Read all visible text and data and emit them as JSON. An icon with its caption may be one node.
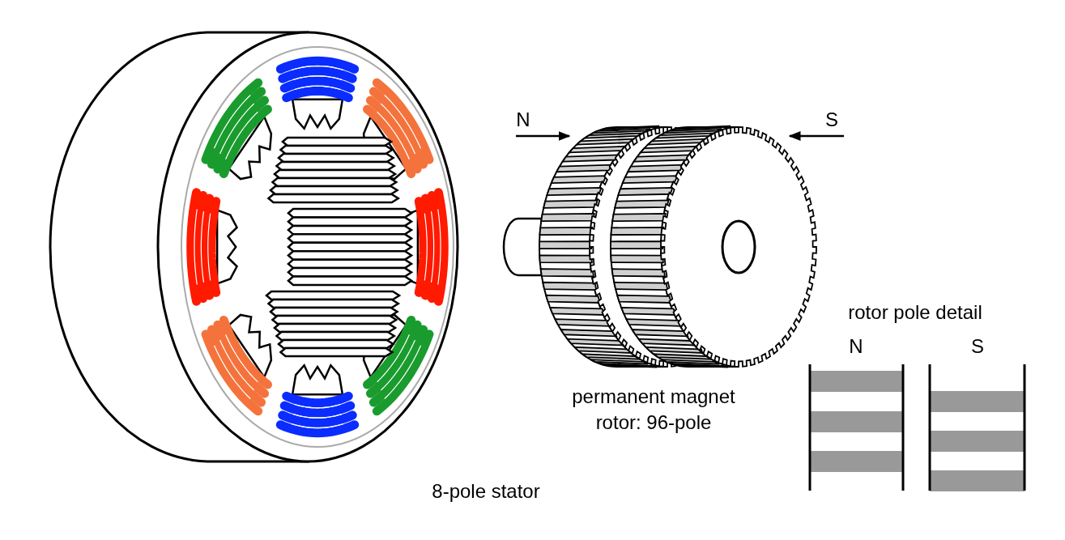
{
  "diagram": {
    "labels": [
      "N",
      "S",
      "rotor pole detail",
      "N",
      "S",
      "permanent magnet rotor: 96-pole",
      "8-pole stator"
    ]
  }
}
